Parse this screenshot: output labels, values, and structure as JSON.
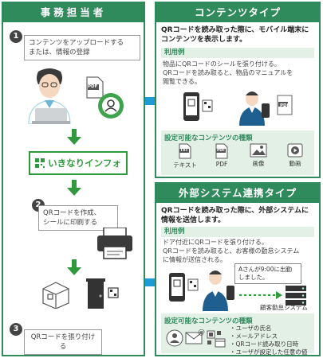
{
  "left_panel": {
    "title": "事務担当者",
    "step1": {
      "num": "1",
      "text_line1": "コンテンツをアップロードする",
      "text_line2": "または、情報の登録"
    },
    "pdf_label": "PDF",
    "logo_text": "いきなりインフォ",
    "step2": {
      "num": "2",
      "text_line1": "QRコードを作成、",
      "text_line2": "シールに印刷する"
    },
    "step3": {
      "num": "3",
      "text": "QRコードを張り付ける"
    }
  },
  "top_panel": {
    "title": "コンテンツタイプ",
    "lead_line1": "QRコードを読み取った際に、モバイル端末に",
    "lead_line2": "コンテンツを表示します。",
    "usage_label": "利用例",
    "usage_line1": "物品にQRコードのシールを張り付ける。",
    "usage_line2": "QRコードを読み取ると、物品のマニュアルを",
    "usage_line3": "閲覧できる。",
    "pdf_label": "PDF",
    "contents_title": "設定可能なコンテンツの種類",
    "content_types": [
      {
        "badge": "TXT",
        "label": "テキスト"
      },
      {
        "badge": "PDF",
        "label": "PDF"
      },
      {
        "badge": "",
        "label": "画像"
      },
      {
        "badge": "",
        "label": "動画"
      }
    ]
  },
  "bottom_panel": {
    "title": "外部システム連携タイプ",
    "lead_line1": "QRコードを読み取った際に、外部システムに",
    "lead_line2": "情報を送信します。",
    "usage_label": "利用例",
    "usage_line1": "ドア付近にQRコードを張り付ける。",
    "usage_line2": "QRコードを読み取ると、お客様の勤怠システム",
    "usage_line3": "に情報が送信される。",
    "message_line1": "Aさんが9:00に出勤",
    "message_line2": "しました。",
    "system_label": "顧客勤怠システム",
    "contents_title": "設定可能なコンテンツの種類",
    "info_items": [
      "・ユーザの氏名",
      "・メールアドレス",
      "・QRコード読み取り日時",
      "・ユーザが設定した任意の値"
    ]
  },
  "colors": {
    "primary_green": "#2f8a5c",
    "arrow_blue": "#1e9ad6",
    "arrow_green": "#2f9a3c",
    "light_green": "#e3f0e6"
  }
}
